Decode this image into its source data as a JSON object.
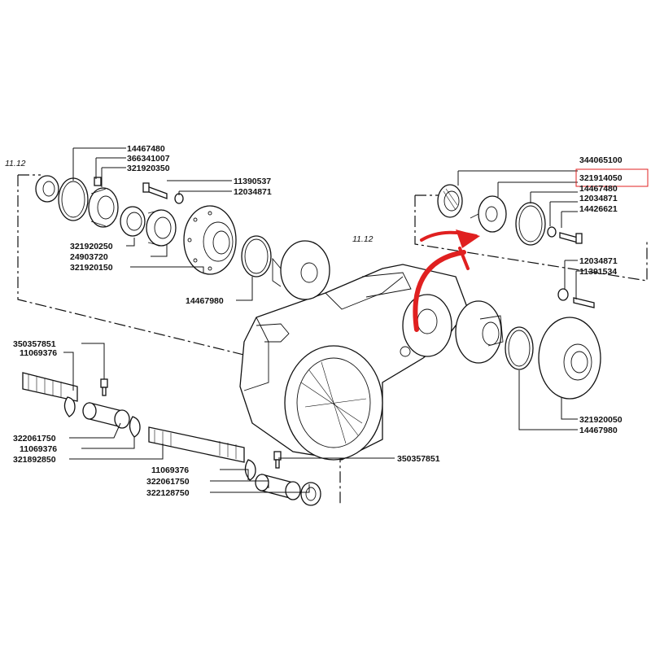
{
  "colors": {
    "ink": "#111111",
    "highlight": "#e02020",
    "arrow": "#e02020"
  },
  "refs": {
    "left": "11.12",
    "center": "11.12"
  },
  "labels": {
    "l_14467480_top": "14467480",
    "l_366341007": "366341007",
    "l_321920350": "321920350",
    "l_11390537": "11390537",
    "l_12034871_a": "12034871",
    "l_321920250": "321920250",
    "l_24903720": "24903720",
    "l_321920150": "321920150",
    "l_14467980_left": "14467980",
    "l_344065100": "344065100",
    "l_321914050": "321914050",
    "l_14467480_right": "14467480",
    "l_12034871_b": "12034871",
    "l_14426621": "14426621",
    "l_12034871_c": "12034871",
    "l_11391534": "11391534",
    "l_321920050": "321920050",
    "l_14467980_right": "14467980",
    "l_350357851_left": "350357851",
    "l_11069376_a": "11069376",
    "l_322061750_a": "322061750",
    "l_11069376_b": "11069376",
    "l_321892850": "321892850",
    "l_350357851_right": "350357851",
    "l_11069376_c": "11069376",
    "l_322061750_b": "322061750",
    "l_322128750": "322128750"
  },
  "highlighted_part": "321914050"
}
